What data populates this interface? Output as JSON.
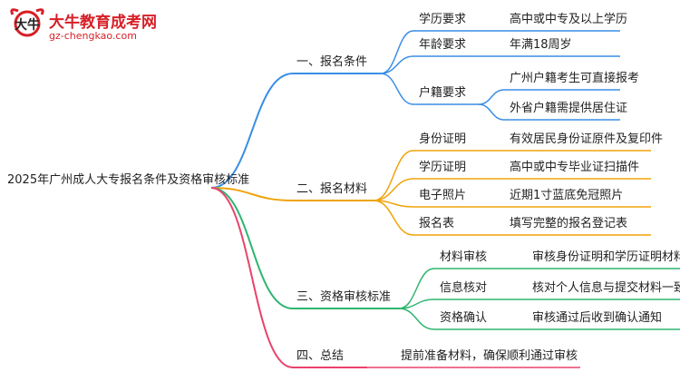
{
  "watermark": {
    "title": "大牛教育成考网",
    "url": "gz-chengkao.com",
    "brand_color": "#d71f26"
  },
  "mindmap": {
    "root": "2025年广州成人大专报名条件及资格审核标准",
    "branches": [
      {
        "label": "一、报名条件",
        "color": "#3a8ee6",
        "children": [
          {
            "label": "学历要求",
            "leaves": [
              "高中或中专及以上学历"
            ]
          },
          {
            "label": "年龄要求",
            "leaves": [
              "年满18周岁"
            ]
          },
          {
            "label": "户籍要求",
            "leaves": [
              "广州户籍考生可直接报考",
              "外省户籍需提供居住证"
            ]
          }
        ]
      },
      {
        "label": "二、报名材料",
        "color": "#f0a30a",
        "children": [
          {
            "label": "身份证明",
            "leaves": [
              "有效居民身份证原件及复印件"
            ]
          },
          {
            "label": "学历证明",
            "leaves": [
              "高中或中专毕业证扫描件"
            ]
          },
          {
            "label": "电子照片",
            "leaves": [
              "近期1寸蓝底免冠照片"
            ]
          },
          {
            "label": "报名表",
            "leaves": [
              "填写完整的报名登记表"
            ]
          }
        ]
      },
      {
        "label": "三、资格审核标准",
        "color": "#2fb56f",
        "children": [
          {
            "label": "材料审核",
            "leaves": [
              "审核身份证明和学历证明材料"
            ]
          },
          {
            "label": "信息核对",
            "leaves": [
              "核对个人信息与提交材料一致性"
            ]
          },
          {
            "label": "资格确认",
            "leaves": [
              "审核通过后收到确认通知"
            ]
          }
        ]
      },
      {
        "label": "四、总结",
        "color": "#e8436b",
        "children": [
          {
            "label": "提前准备材料，确保顺利通过审核",
            "leaves": []
          }
        ]
      }
    ]
  }
}
